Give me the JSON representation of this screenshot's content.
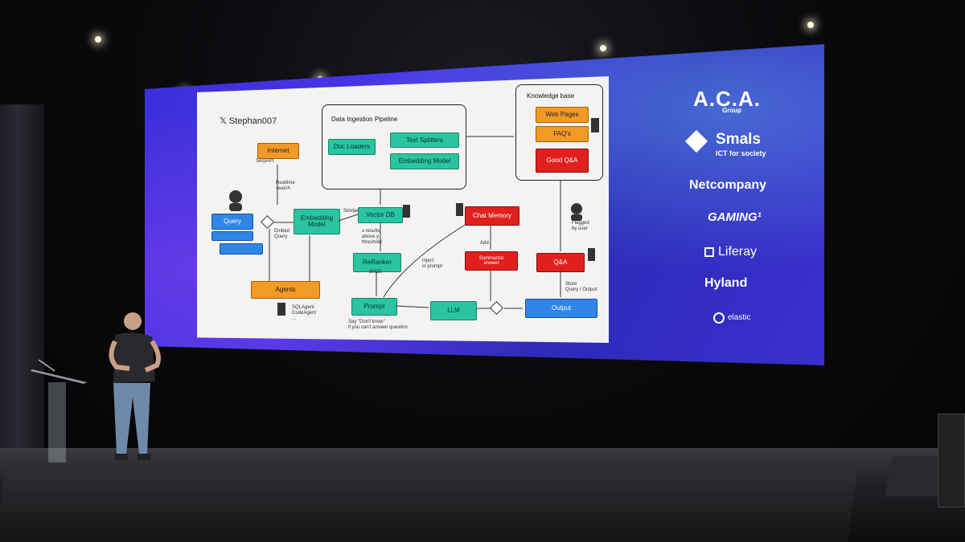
{
  "slide": {
    "handle": "𝕏 Stephan007",
    "pipeline_title": "Data Ingestion Pipeline",
    "kb_title": "Knowledge base",
    "boxes": {
      "internet": "Internet",
      "doc_loaders": "Doc Loaders",
      "text_splitters": "Text Splitters",
      "embedding_model_top": "Embedding Model",
      "web_pages": "Web Pages",
      "faqs": "FAQ's",
      "good_qa": "Good Q&A",
      "query": "Query",
      "embedding_model": "Embedding\nModel",
      "vector_db": "Vector DB",
      "reranker": "ReRanker",
      "chat_memory": "Chat Memory",
      "summarize": "Summarize\nanswer",
      "qa": "Q&A",
      "agents": "Agents",
      "prompt": "Prompt",
      "llm": "LLM",
      "output": "Output"
    },
    "labels": {
      "serpapi": "SerpAPI",
      "realtime": "Realtime\nsearch",
      "embed_query": "Embed\nQuery",
      "similarity": "Similarity",
      "results": "x results\nabove y\nthreshold",
      "bm25": "BM25",
      "inject": "Inject\nin prompt",
      "add": "Add",
      "flagged": "Flagged\nby user",
      "store": "Store\nQuery / Output",
      "sqlagent": "SQLAgent\nCodeAgent\n...",
      "dont_know": "Say \"Don't know\"\nif you can't answer question"
    }
  },
  "sponsors": {
    "aca": "A.C.A.",
    "aca_sub": "Group",
    "smals": "Smals",
    "smals_sub": "ICT for society",
    "netcompany": "Netcompany",
    "gaming": "GAMING¹",
    "liferay": "Liferay",
    "hyland": "Hyland",
    "elastic": "elastic"
  },
  "colors": {
    "screen": "#3a2fd8",
    "orange": "#f29a26",
    "green": "#2ac5a0",
    "blue": "#2f86e6",
    "red": "#e0201d"
  }
}
